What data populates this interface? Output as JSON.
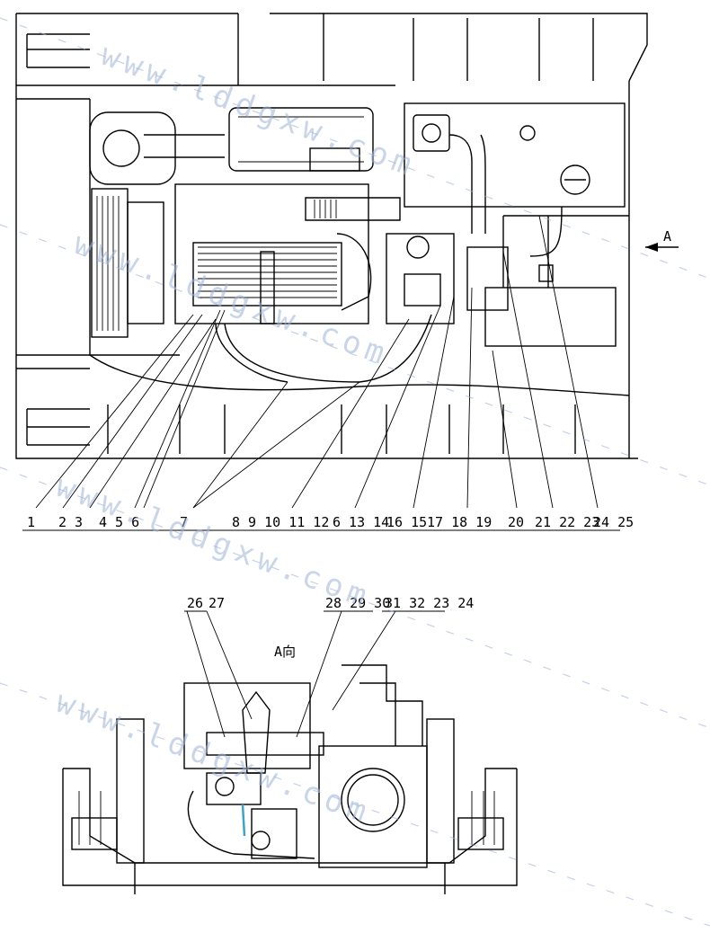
{
  "view_a_title": "A向",
  "arrow_label": "A",
  "callouts_top": [
    "1",
    "2 3",
    "4 5 6",
    "7",
    "8 9 10 11 12",
    "6 13 14",
    "16 15",
    "17 18 19",
    "20",
    "21 22 23",
    "24 25"
  ],
  "callouts_bottom": [
    "26",
    "27",
    "28 29 30",
    "31 32 23 24"
  ],
  "watermark": "www.lddgxw.com"
}
